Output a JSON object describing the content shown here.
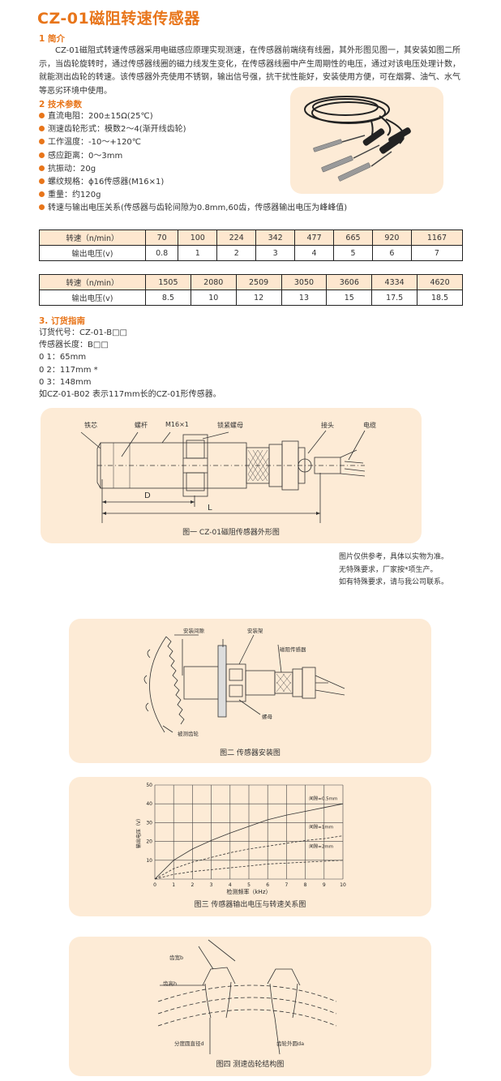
{
  "title": "CZ-01磁阻转速传感器",
  "intro": {
    "heading": "1 简介",
    "text": "CZ-01磁阻式转速传感器采用电磁感应原理实现测速，在传感器前端绕有线圈，其外形图见图一，其安装如图二所示，当齿轮旋转时，通过传感器线圈的磁力线发生变化，在传感器线圈中产生周期性的电压，通过对该电压处理计数，就能测出齿轮的转速。该传感器外壳使用不锈钢，输出信号强，抗干扰性能好，安装使用方便，可在烟雾、油气、水气等恶劣环境中使用。"
  },
  "specs": {
    "heading": "2 技术参数",
    "items": [
      "直流电阻：200±15Ω(25℃)",
      "测速齿轮形式：模数2～4(渐开线齿轮)",
      "工作温度：-10～+120℃",
      "感应距离：0～3mm",
      "抗振动：20g",
      "螺纹规格：ϕ16传感器(M16×1)",
      "重量：约120g",
      "转速与输出电压关系(传感器与齿轮间隙为0.8mm,60齿，传感器输出电压为峰峰值)"
    ]
  },
  "table1": {
    "row_label_1": "转速（n/min）",
    "row_label_2": "输出电压(v)",
    "speeds": [
      "70",
      "100",
      "224",
      "342",
      "477",
      "665",
      "920",
      "1167"
    ],
    "voltages": [
      "0.8",
      "1",
      "2",
      "3",
      "4",
      "5",
      "6",
      "7"
    ]
  },
  "table2": {
    "row_label_1": "转速（n/min）",
    "row_label_2": "输出电压(v)",
    "speeds": [
      "1505",
      "2080",
      "2509",
      "3050",
      "3606",
      "4334",
      "4620"
    ],
    "voltages": [
      "8.5",
      "10",
      "12",
      "13",
      "15",
      "17.5",
      "18.5"
    ]
  },
  "order": {
    "heading": "3. 订货指南",
    "lines": [
      "订货代号：CZ-01-B□□",
      "传感器长度：B□□",
      "0 1：65mm",
      "0 2：117mm *",
      "0 3：148mm",
      "如CZ-01-B02 表示117mm长的CZ-01形传感器。"
    ]
  },
  "fig1": {
    "labels": {
      "core": "铁芯",
      "rod": "螺杆",
      "thread": "M16×1",
      "nut": "锁紧螺母",
      "connector": "接头",
      "cable": "电缆",
      "d": "D",
      "l": "L"
    },
    "caption": "图一 CZ-01磁阻传感器外形图"
  },
  "notes": [
    "图片仅供参考，具体以实物为准。",
    "无特殊要求，厂家按*项生产。",
    "如有特殊要求，请与我公司联系。"
  ],
  "fig2": {
    "labels": {
      "gap": "安装间隙",
      "bracket": "安装架",
      "sensor": "磁阻传感器",
      "gear": "被测齿轮",
      "nut": "螺母"
    },
    "caption": "图二 传感器安装图"
  },
  "chart_data": {
    "type": "line",
    "title": "",
    "xlabel": "检测频率（kHz）",
    "ylabel": "输出电压（V）",
    "xlim": [
      0,
      10
    ],
    "ylim": [
      0,
      50
    ],
    "x_ticks": [
      "0",
      "1",
      "2",
      "3",
      "4",
      "5",
      "6",
      "7",
      "8",
      "9",
      "10"
    ],
    "y_ticks": [
      "10",
      "20",
      "30",
      "40",
      "50"
    ],
    "grid": true,
    "series": [
      {
        "name": "间隙=0.5mm",
        "style": "solid",
        "x": [
          0,
          1,
          2,
          3,
          4,
          5,
          6,
          7,
          8,
          9,
          10
        ],
        "y": [
          0,
          10,
          16,
          20.5,
          24.5,
          28,
          31.5,
          34,
          36,
          38,
          40
        ]
      },
      {
        "name": "间隙=1mm",
        "style": "dashed",
        "x": [
          0,
          1,
          2,
          3,
          4,
          5,
          6,
          7,
          8,
          9,
          10
        ],
        "y": [
          0,
          5.5,
          9,
          11.5,
          14,
          16,
          17.5,
          19,
          20.5,
          21.5,
          23
        ]
      },
      {
        "name": "间隙=2mm",
        "style": "dashed",
        "x": [
          0,
          1,
          2,
          3,
          4,
          5,
          6,
          7,
          8,
          9,
          10
        ],
        "y": [
          0,
          2.5,
          4,
          5,
          6,
          7,
          8,
          8.5,
          9,
          9.5,
          10
        ]
      }
    ],
    "caption": "图三 传感器输出电压与转速关系图"
  },
  "fig4": {
    "labels": {
      "tooth_width": "齿宽b",
      "tooth_height": "齿高h",
      "pitch_diameter": "分度圆直径d",
      "tip_diameter": "齿轮外圆da"
    },
    "caption": "图四 测速齿轮结构图"
  },
  "colors": {
    "accent": "#e8751a",
    "panel": "#fdebd6",
    "table_header": "#fde7cf"
  }
}
